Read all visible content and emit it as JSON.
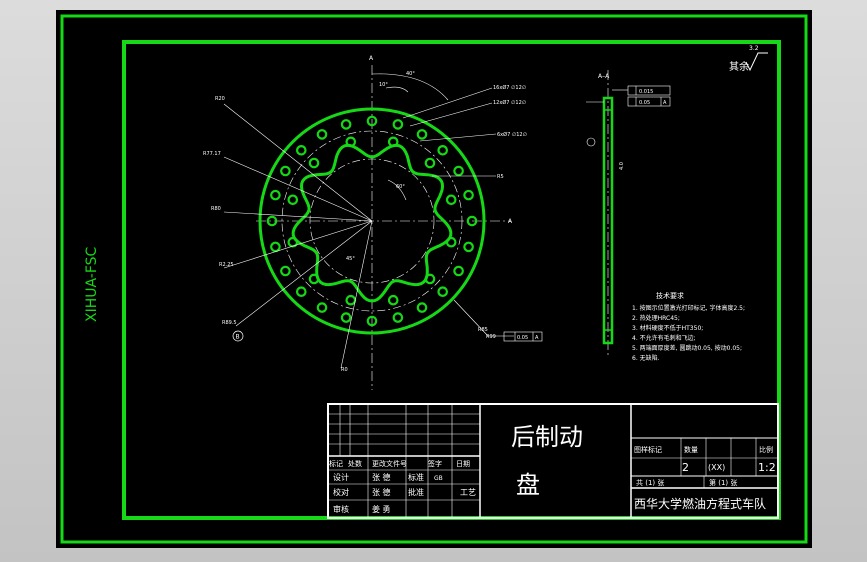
{
  "drawing": {
    "vertical_code": "XIHUA-FSC",
    "roughness_note": "其余",
    "roughness_value": "3.2",
    "part_title_line1": "后制动",
    "part_title_line2": "盘",
    "organization": "西华大学燃油方程式车队",
    "section_label": "A–A",
    "section_arrow_label": "A",
    "datum_label": "A",
    "scale_label": "比例",
    "scale_value": "1:2",
    "sheet_count_label": "数量",
    "quantity_value": "2",
    "weight_value": "(XX)",
    "pattern_label": "图样标记",
    "total_sheets": "共 (1) 张",
    "sheet_no": "第 (1) 张",
    "std_label": "标准",
    "std_value": "GB",
    "revision_headers": [
      "标记",
      "处数",
      "更改文件号",
      "签字",
      "日期"
    ],
    "design_label": "设计",
    "designer": "张 德",
    "check_label": "校对",
    "checker": "张 德",
    "review_label": "审核",
    "reviewer": "姜 勇",
    "approve_label": "批准",
    "process_label": "工艺",
    "date_cell": "日 期",
    "sign_cell": "签 字",
    "notes_title": "技术要求",
    "notes": [
      "1. 按图示位置激光打印标记, 字体高度2.5;",
      "2. 热处理HRC45;",
      "3. 材料硬度不低于HT350;",
      "4. 不允许有毛刺和飞边;",
      "5. 两端面厚度差, 圆跳动0.05, 按动0.05;",
      "6. 无缺陷."
    ],
    "dimensions": {
      "r20": "R20",
      "r77": "R77.17",
      "r80": "R80",
      "r2": "R2.25",
      "r89": "R89.5",
      "r99": "R99",
      "r0": "R0",
      "r5": "R5",
      "angle_a": "40°",
      "angle_b": "10°",
      "holes_1": "16xØ7 ∅12∅",
      "holes_2": "12xØ7 ∅12∅",
      "holes_3": "6xØ7 ∅12∅",
      "angle_c": "60°",
      "angle_d": "45°",
      "r85": "R85",
      "runout": "0.05",
      "flat_1": "0.015",
      "flat_2": "0.05",
      "thickness": "4.0",
      "datum_ref": "A",
      "circle_tag": "B"
    }
  }
}
